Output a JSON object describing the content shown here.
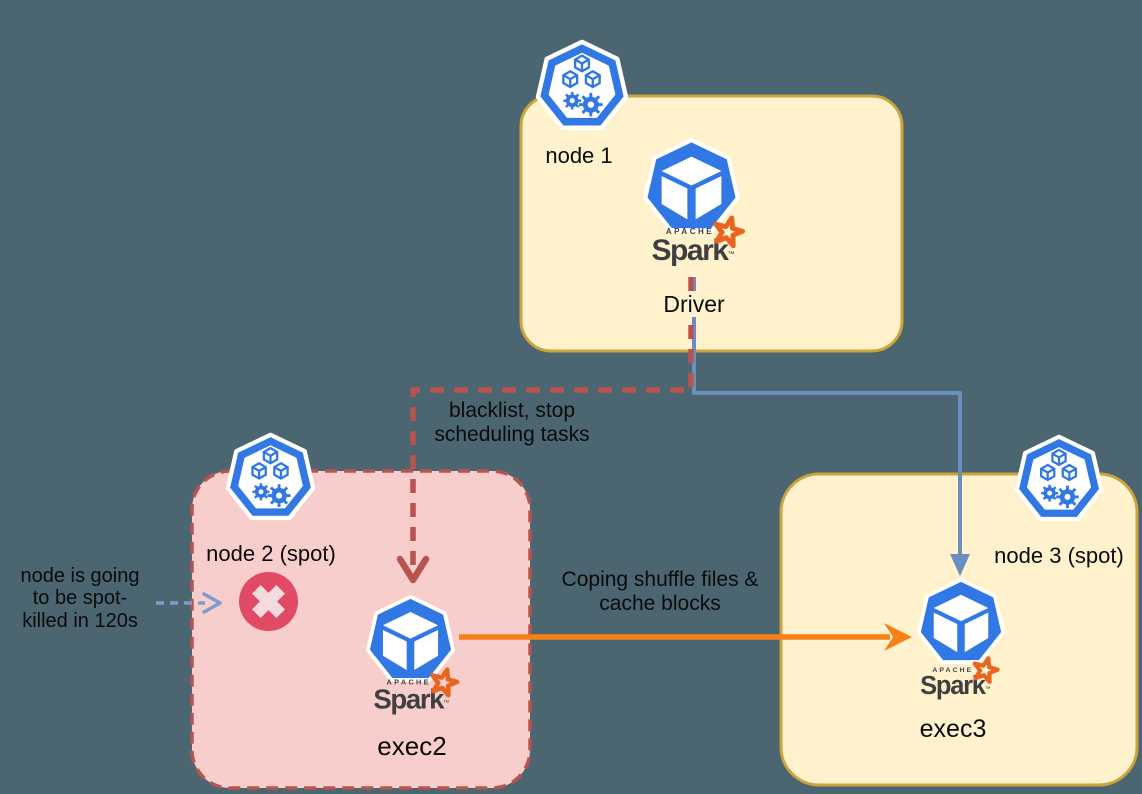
{
  "diagram_title": "spark-on-kubernetes-spot-kill-diagram",
  "node1": {
    "label": "node 1",
    "sublabel": "Driver"
  },
  "node2": {
    "label": "node 2 (spot)",
    "sublabel": "exec2"
  },
  "node3": {
    "label": "node 3 (spot)",
    "sublabel": "exec3"
  },
  "annotations": {
    "blacklist": "blacklist, stop\nscheduling tasks",
    "copy_shuffle": "Coping shuffle files &\ncache blocks",
    "spot_kill": "node is going\nto be spot-\nkilled in 120s"
  },
  "spark": {
    "apache": "APACHE",
    "name": "Spark",
    "tm": "™"
  },
  "icons": {
    "kubernetes_node": "kubernetes-node-icon",
    "kubernetes_pod": "kubernetes-pod-icon",
    "error": "error-x-icon",
    "spark_star": "spark-star-icon"
  },
  "colors": {
    "background": "#4B6670",
    "node_fill": "#FFF2CC",
    "node_border": "#CCA43E",
    "spot_killed_fill": "#F8CECC",
    "spot_killed_border": "#B85450",
    "kubernetes_blue": "#3178E4",
    "blacklist_arrow": "#B85450",
    "driver_assign_arrow": "#6C8EBF",
    "copy_arrow": "#F78119",
    "error_red": "#E04A64",
    "spark_orange": "#E8641F",
    "spark_text": "#3F3F42",
    "text": "#0B0B0B"
  }
}
